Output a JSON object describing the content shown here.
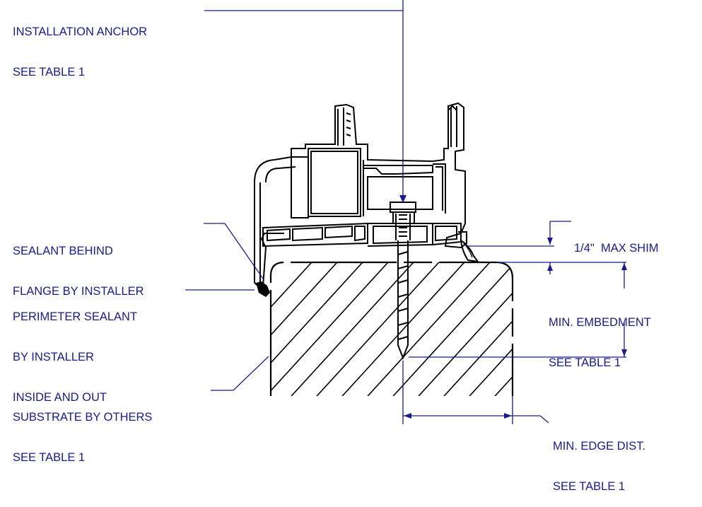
{
  "colors": {
    "annotation": "#1a1a8c",
    "profile": "#000000",
    "background": "#ffffff"
  },
  "labels": {
    "installation_anchor": [
      "INSTALLATION ANCHOR",
      "SEE TABLE 1"
    ],
    "sealant_behind_flange": [
      "SEALANT BEHIND",
      "FLANGE BY INSTALLER"
    ],
    "perimeter_sealant": [
      "PERIMETER SEALANT",
      "BY INSTALLER",
      "INSIDE AND OUT"
    ],
    "substrate": [
      "SUBSTRATE BY OTHERS",
      "SEE TABLE 1"
    ],
    "max_shim": "1/4\"  MAX SHIM",
    "min_embedment": [
      "MIN. EMBEDMENT",
      "SEE TABLE 1"
    ],
    "min_edge_dist": [
      "MIN. EDGE DIST.",
      "SEE TABLE 1"
    ]
  }
}
